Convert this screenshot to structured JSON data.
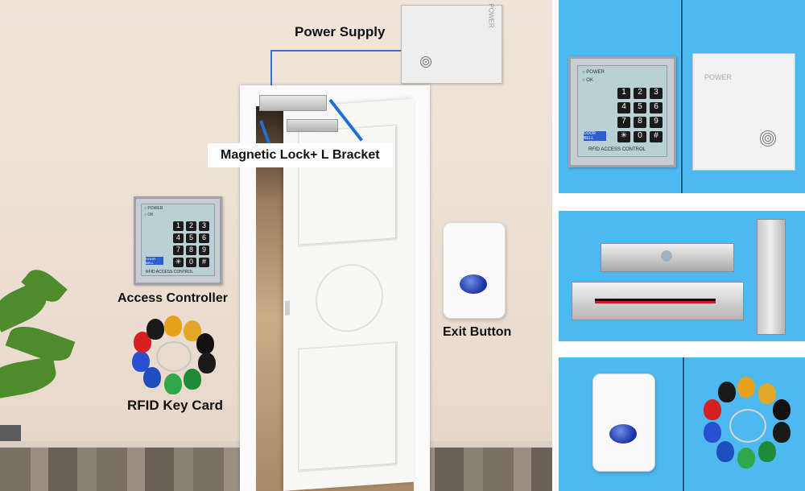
{
  "labels": {
    "power_supply": "Power Supply",
    "magnetic_lock": "Magnetic Lock+ L Bracket",
    "access_controller": "Access Controller",
    "rfid_key_card": "RFID Key Card",
    "exit_button": "Exit Button"
  },
  "keypad": {
    "keys": [
      "1",
      "2",
      "3",
      "4",
      "5",
      "6",
      "7",
      "8",
      "9",
      "✳",
      "0",
      "#"
    ],
    "status_power": "○ POWER",
    "status_ok": "○ OK",
    "caption": "RFID ACCESS CONTROL",
    "doorbell": "DOOR BELL"
  },
  "power_supply_unit": {
    "brand": "POWER"
  },
  "colors": {
    "panel_bg": "#4db9f0",
    "arrow": "#1f6fd6",
    "wire": "#3a6fd0",
    "rfid_tags": [
      "#e8a21a",
      "#e0a826",
      "#111111",
      "#1a1a1a",
      "#1e8a3a",
      "#2fa84a",
      "#1d4fbf",
      "#2a4fd0",
      "#d42020",
      "#1a1a1a"
    ]
  }
}
